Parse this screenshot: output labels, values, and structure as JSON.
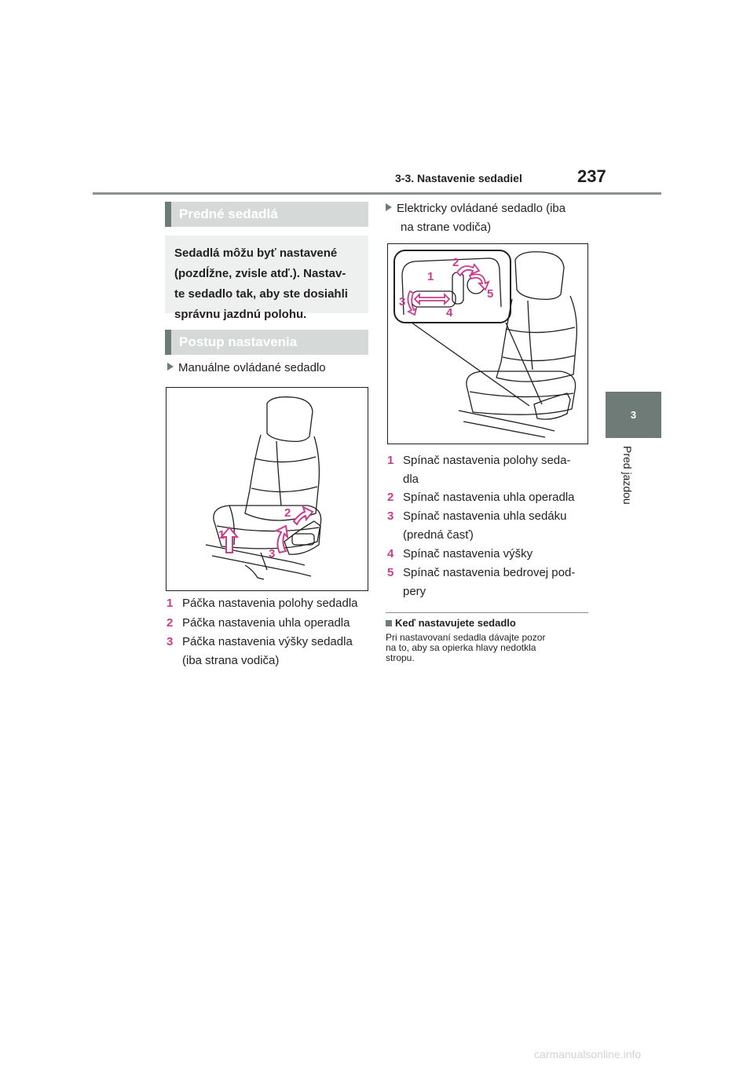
{
  "header": {
    "section": "3-3. Nastavenie sedadiel",
    "page_number": "237"
  },
  "chapter_tab": {
    "number": "3",
    "title": "Pred jazdou"
  },
  "section1": {
    "title": "Predné sedadlá",
    "intro": "Sedadlá môžu byť nastavené (pozdĺžne, zvisle atď.). Nastav- te sedadlo tak, aby ste dosiahli správnu jazdnú polohu."
  },
  "section2": {
    "title": "Postup nastavenia"
  },
  "manual": {
    "heading": "Manuálne ovládané sedadlo",
    "callouts": [
      "1",
      "2",
      "3"
    ],
    "items": [
      {
        "num": "1",
        "text": "Páčka nastavenia polohy sedadla"
      },
      {
        "num": "2",
        "text": "Páčka nastavenia uhla operadla"
      },
      {
        "num": "3",
        "line1": "Páčka nastavenia výšky sedadla",
        "line2": "(iba strana vodiča)"
      }
    ]
  },
  "electric": {
    "heading_line1": "Elektricky ovládané sedadlo (iba",
    "heading_line2": "na strane vodiča)",
    "callouts": [
      "1",
      "2",
      "3",
      "4",
      "5"
    ],
    "items": [
      {
        "num": "1",
        "line1": "Spínač nastavenia polohy seda-",
        "line2": "dla"
      },
      {
        "num": "2",
        "line1": "Spínač nastavenia uhla operadla"
      },
      {
        "num": "3",
        "line1": "Spínač nastavenia uhla sedáku",
        "line2": "(predná časť)"
      },
      {
        "num": "4",
        "line1": "Spínač nastavenia výšky"
      },
      {
        "num": "5",
        "line1": "Spínač nastavenia bedrovej pod-",
        "line2": "pery"
      }
    ]
  },
  "note": {
    "title": "Keď nastavujete sedadlo",
    "line1": "Pri nastavovaní sedadla dávajte pozor",
    "line2": "na to, aby sa opierka hlavy nedotkla",
    "line3": "stropu."
  },
  "footer": "carmanualsonline.info",
  "colors": {
    "accent_gray": "#6e7b77",
    "callout_pink": "#c93d8c"
  }
}
